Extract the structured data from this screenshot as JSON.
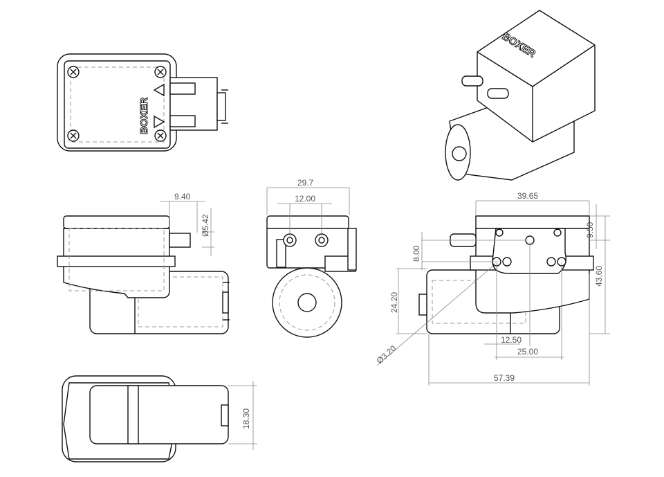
{
  "drawing": {
    "brand_logo": "BOXER",
    "dimensions": {
      "outlet_length": "9.40",
      "outlet_diameter": "Ø5.42",
      "front_width": "29.7",
      "port_spacing": "12.00",
      "head_length": "39.65",
      "top_height": "9.50",
      "port_offset": "8.00",
      "total_height": "43.60",
      "motor_height": "24.20",
      "hole_diameter": "Ø3.20",
      "hole_center": "12.50",
      "hole_spacing": "25.00",
      "total_length": "57.39",
      "motor_width": "18.30"
    }
  }
}
